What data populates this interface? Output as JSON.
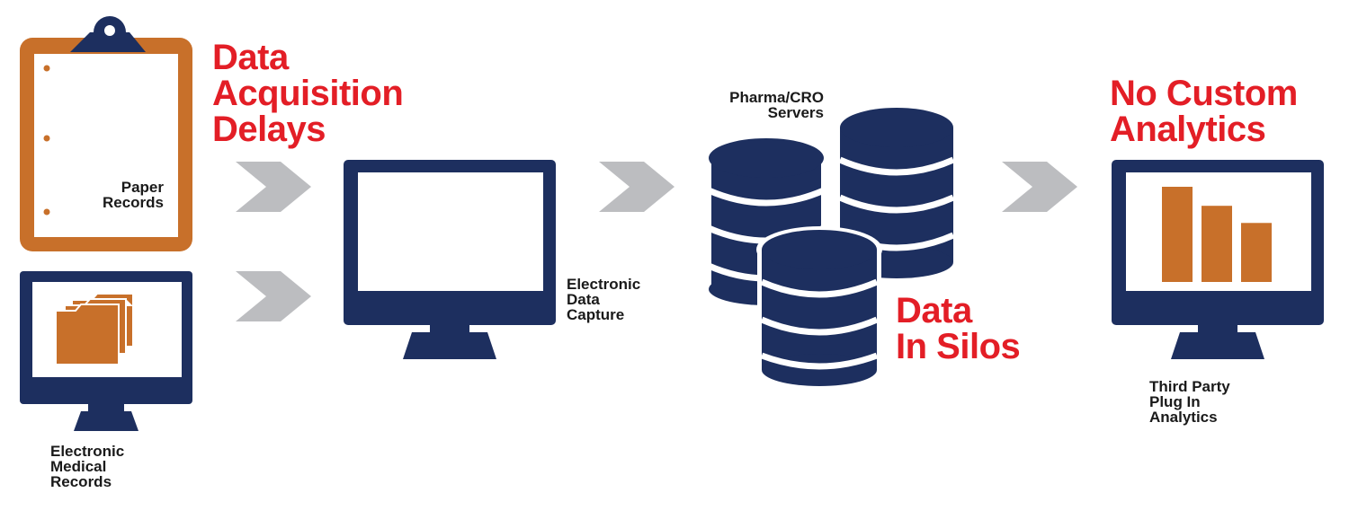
{
  "colors": {
    "navy": "#1d2f5f",
    "orange": "#c8702a",
    "red": "#e31e26",
    "gray": "#bcbdc0"
  },
  "titles": {
    "acquisition": [
      "Data",
      "Acquisition",
      "Delays"
    ],
    "silos": [
      "Data",
      "In Silos"
    ],
    "analytics": [
      "No Custom",
      "Analytics"
    ]
  },
  "labels": {
    "paper": [
      "Paper",
      "Records"
    ],
    "emr": [
      "Electronic",
      "Medical",
      "Records"
    ],
    "edc": [
      "Electronic",
      "Data",
      "Capture"
    ],
    "servers": [
      "Pharma/CRO",
      "Servers"
    ],
    "third_party": [
      "Third Party",
      "Plug In",
      "Analytics"
    ]
  },
  "icons": [
    "clipboard-icon",
    "folder-stack-icon",
    "monitor-icon",
    "database-icon",
    "bar-chart-icon",
    "chevron-arrow-icon"
  ],
  "chart_data": {
    "type": "bar",
    "categories": [
      "",
      "",
      ""
    ],
    "values": [
      100,
      80,
      62
    ],
    "ylim": [
      0,
      100
    ]
  }
}
